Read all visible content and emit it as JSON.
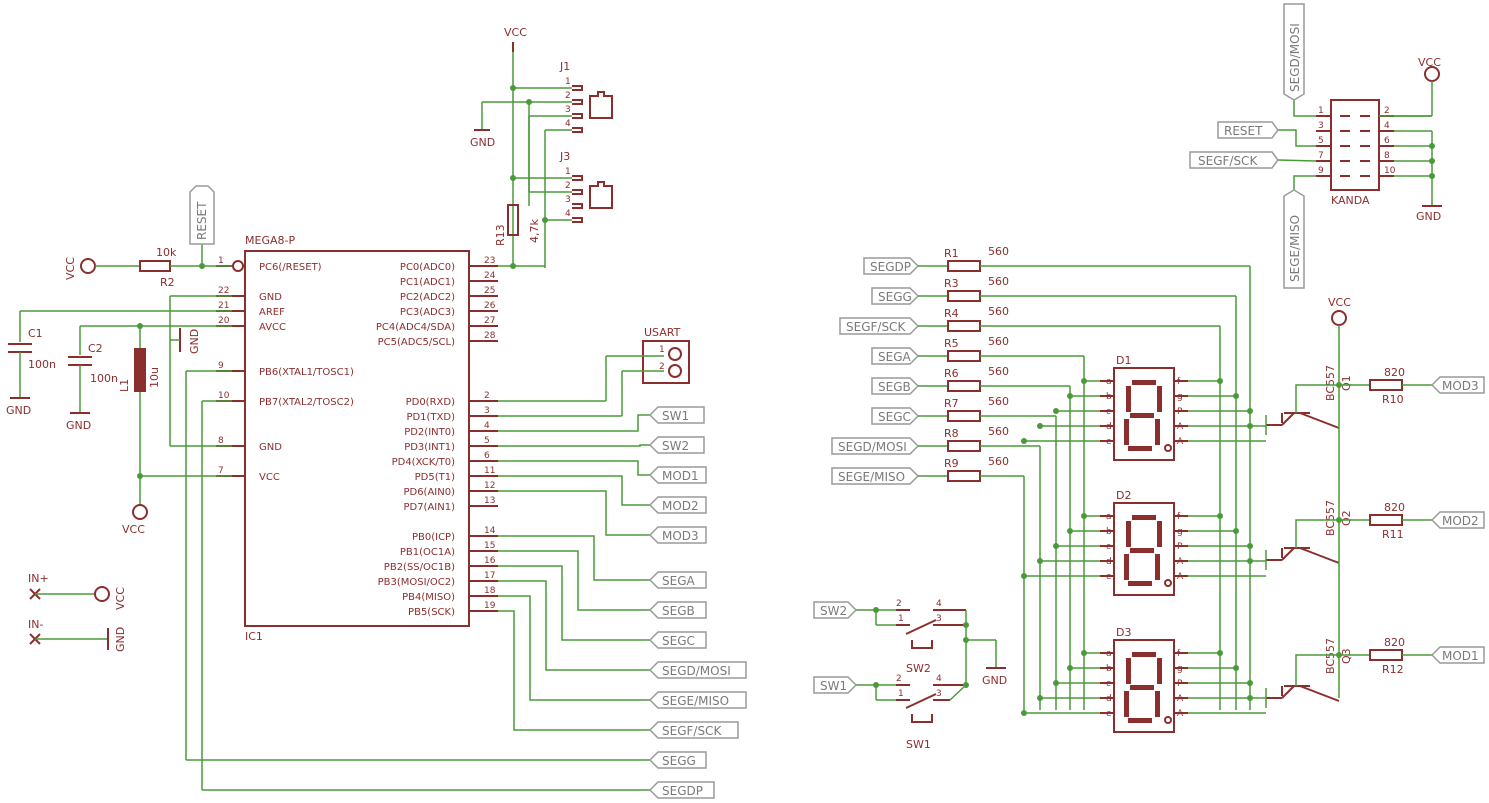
{
  "labels": {
    "vcc": "VCC",
    "gnd": "GND",
    "reset": "RESET",
    "j1": "J1",
    "j3": "J3",
    "r13": "R13",
    "r13_val": "4,7k",
    "r2_val": "10k",
    "r2": "R2",
    "c1": "C1",
    "c1_val": "100n",
    "c2": "C2",
    "c2_val": "100n",
    "l1": "L1",
    "l1_val": "10u",
    "ic_name": "MEGA8-P",
    "ic_ref": "IC1",
    "usart": "USART",
    "in_plus": "IN+",
    "in_minus": "IN-",
    "kanda": "KANDA",
    "sw1": "SW1",
    "sw2": "SW2",
    "d1": "D1",
    "d2": "D2",
    "d3": "D3",
    "q1": "Q1",
    "q2": "Q2",
    "q3": "Q3",
    "bc557": "BC557"
  },
  "ic_left_pins": [
    {
      "num": "1",
      "name": "PC6(/RESET)"
    },
    {
      "num": "22",
      "name": "GND"
    },
    {
      "num": "21",
      "name": "AREF"
    },
    {
      "num": "20",
      "name": "AVCC"
    },
    {
      "num": "9",
      "name": "PB6(XTAL1/TOSC1)"
    },
    {
      "num": "10",
      "name": "PB7(XTAL2/TOSC2)"
    },
    {
      "num": "8",
      "name": "GND"
    },
    {
      "num": "7",
      "name": "VCC"
    }
  ],
  "ic_right_pins": [
    {
      "num": "23",
      "name": "PC0(ADC0)"
    },
    {
      "num": "24",
      "name": "PC1(ADC1)"
    },
    {
      "num": "25",
      "name": "PC2(ADC2)"
    },
    {
      "num": "26",
      "name": "PC3(ADC3)"
    },
    {
      "num": "27",
      "name": "PC4(ADC4/SDA)"
    },
    {
      "num": "28",
      "name": "PC5(ADC5/SCL)"
    },
    {
      "num": "2",
      "name": "PD0(RXD)"
    },
    {
      "num": "3",
      "name": "PD1(TXD)"
    },
    {
      "num": "4",
      "name": "PD2(INT0)"
    },
    {
      "num": "5",
      "name": "PD3(INT1)"
    },
    {
      "num": "6",
      "name": "PD4(XCK/T0)"
    },
    {
      "num": "11",
      "name": "PD5(T1)"
    },
    {
      "num": "12",
      "name": "PD6(AIN0)"
    },
    {
      "num": "13",
      "name": "PD7(AIN1)"
    },
    {
      "num": "14",
      "name": "PB0(ICP)"
    },
    {
      "num": "15",
      "name": "PB1(OC1A)"
    },
    {
      "num": "16",
      "name": "PB2(SS/OC1B)"
    },
    {
      "num": "17",
      "name": "PB3(MOSI/OC2)"
    },
    {
      "num": "18",
      "name": "PB4(MISO)"
    },
    {
      "num": "19",
      "name": "PB5(SCK)"
    }
  ],
  "ic_nets": [
    "SW1",
    "SW2",
    "MOD1",
    "MOD2",
    "MOD3",
    "SEGA",
    "SEGB",
    "SEGC",
    "SEGD/MOSI",
    "SEGE/MISO",
    "SEGF/SCK",
    "SEGG",
    "SEGDP"
  ],
  "segment_resistors": [
    {
      "net": "SEGDP",
      "ref": "R1",
      "val": "560"
    },
    {
      "net": "SEGG",
      "ref": "R3",
      "val": "560"
    },
    {
      "net": "SEGF/SCK",
      "ref": "R4",
      "val": "560"
    },
    {
      "net": "SEGA",
      "ref": "R5",
      "val": "560"
    },
    {
      "net": "SEGB",
      "ref": "R6",
      "val": "560"
    },
    {
      "net": "SEGC",
      "ref": "R7",
      "val": "560"
    },
    {
      "net": "SEGD/MOSI",
      "ref": "R8",
      "val": "560"
    },
    {
      "net": "SEGE/MISO",
      "ref": "R9",
      "val": "560"
    }
  ],
  "base_resistors": [
    {
      "ref": "R10",
      "val": "820",
      "net": "MOD3"
    },
    {
      "ref": "R11",
      "val": "820",
      "net": "MOD2"
    },
    {
      "ref": "R12",
      "val": "820",
      "net": "MOD1"
    }
  ],
  "kanda": {
    "top_net": "SEGD/MOSI",
    "bottom_net": "SEGE/MISO",
    "reset_net": "RESET",
    "sck_net": "SEGF/SCK",
    "left_pins": [
      "1",
      "3",
      "5",
      "7",
      "9"
    ],
    "right_pins": [
      "2",
      "4",
      "6",
      "8",
      "10"
    ]
  },
  "display_left_pins": [
    "a",
    "b",
    "c",
    "d",
    "e"
  ],
  "display_right_pins": [
    "f",
    "g",
    "P",
    "A",
    "A"
  ],
  "connector_pins": [
    "1",
    "2",
    "3",
    "4"
  ],
  "usart_pins": [
    "1",
    "2"
  ],
  "switch_pins": [
    "2",
    "4",
    "1",
    "3"
  ],
  "switch_nets": {
    "sw2": "SW2",
    "sw1": "SW1"
  }
}
